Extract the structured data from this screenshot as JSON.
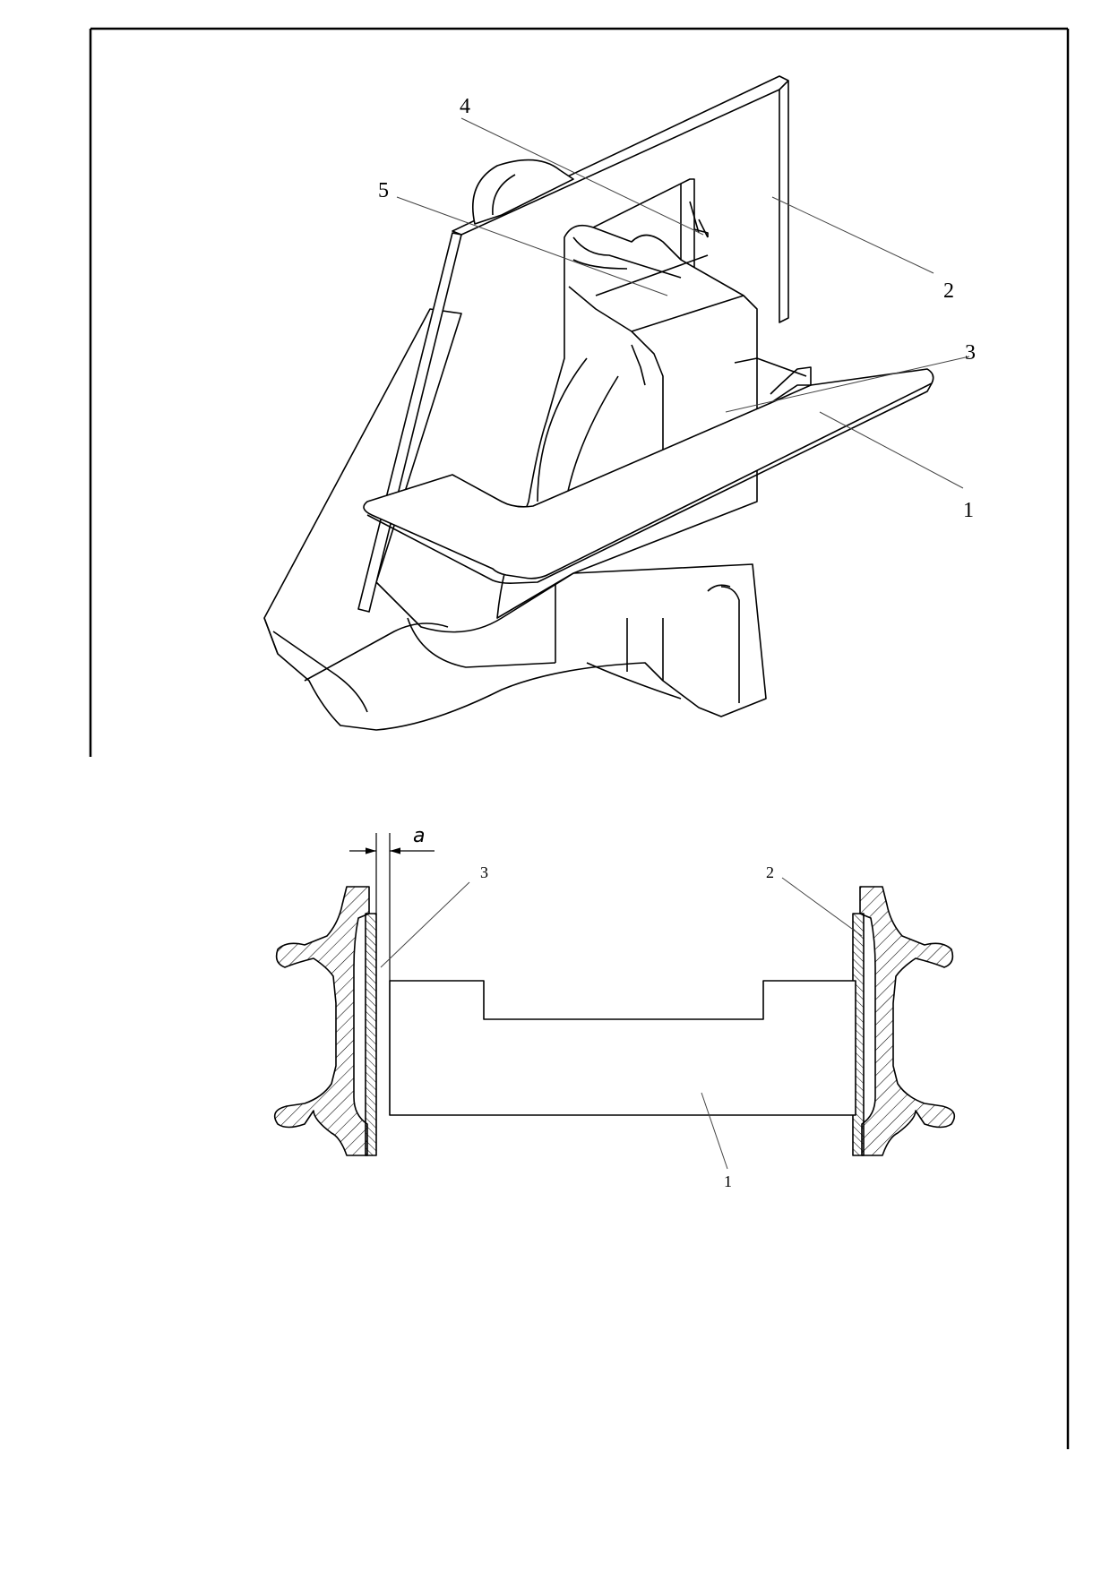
{
  "colors": {
    "line": "#000000",
    "leader": "#444444",
    "background": "#ffffff"
  },
  "isometric_view": {
    "callouts": {
      "c1": "1",
      "c2": "2",
      "c3": "3",
      "c4": "4",
      "c5": "5"
    }
  },
  "section_view": {
    "callouts": {
      "c1": "1",
      "c2": "2",
      "c3": "3"
    },
    "dimension": {
      "gap": "a"
    }
  }
}
